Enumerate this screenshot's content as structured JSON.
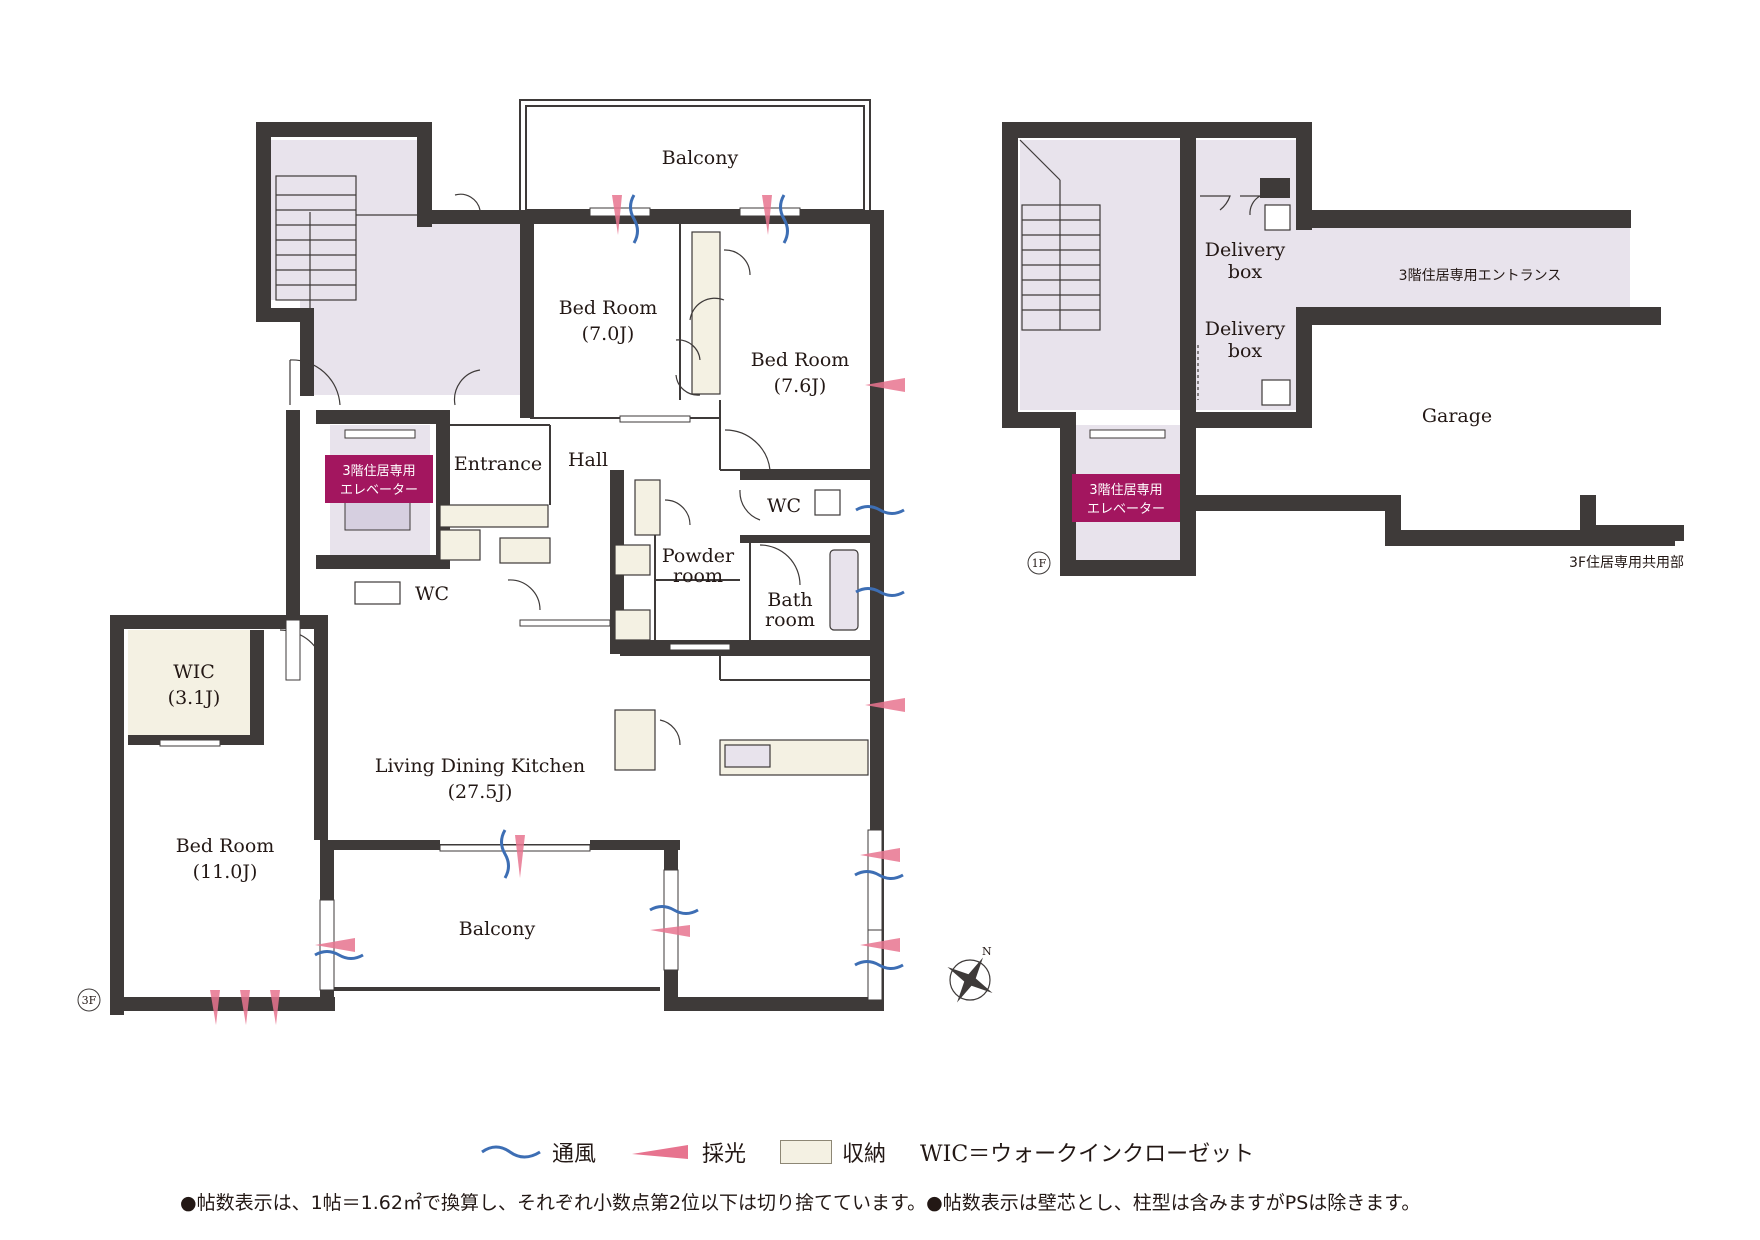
{
  "colors": {
    "wall": "#3e3a39",
    "common_area": "#e8e3ec",
    "storage": "#f4f1e3",
    "elevator_badge": "#a3165f",
    "wind": "#3d6eb4",
    "light": "#e7748f"
  },
  "third_floor": {
    "floor_mark": "3F",
    "rooms": {
      "balcony_top": "Balcony",
      "bed_room_a": "Bed Room",
      "bed_room_a_size": "(7.0J)",
      "bed_room_b": "Bed Room",
      "bed_room_b_size": "(7.6J)",
      "entrance": "Entrance",
      "hall": "Hall",
      "wc_right": "WC",
      "wc_left": "WC",
      "powder_room_1": "Powder",
      "powder_room_2": "room",
      "bath_room_1": "Bath",
      "bath_room_2": "room",
      "wic": "WIC",
      "wic_size": "(3.1J)",
      "ldk": "Living Dining Kitchen",
      "ldk_size": "(27.5J)",
      "bed_room_c": "Bed Room",
      "bed_room_c_size": "(11.0J)",
      "balcony_bottom": "Balcony"
    },
    "elevator_1": "3階住居専用",
    "elevator_2": "エレベーター"
  },
  "first_floor": {
    "floor_mark": "1F",
    "delivery_box_a_1": "Delivery",
    "delivery_box_a_2": "box",
    "delivery_box_b_1": "Delivery",
    "delivery_box_b_2": "box",
    "private_entrance": "3階住居専用エントランス",
    "garage": "Garage",
    "elevator_1": "3階住居専用",
    "elevator_2": "エレベーター",
    "common_area": "3F住居専用共用部"
  },
  "compass_label": "N",
  "legend": {
    "wind": "通風",
    "light": "採光",
    "storage": "収納",
    "wic": "WIC＝ウォークインクローゼット"
  },
  "notes": "●帖数表示は、1帖＝1.62㎡で換算し、それぞれ小数点第2位以下は切り捨てています。●帖数表示は壁芯とし、柱型は含みますがPSは除きます。"
}
